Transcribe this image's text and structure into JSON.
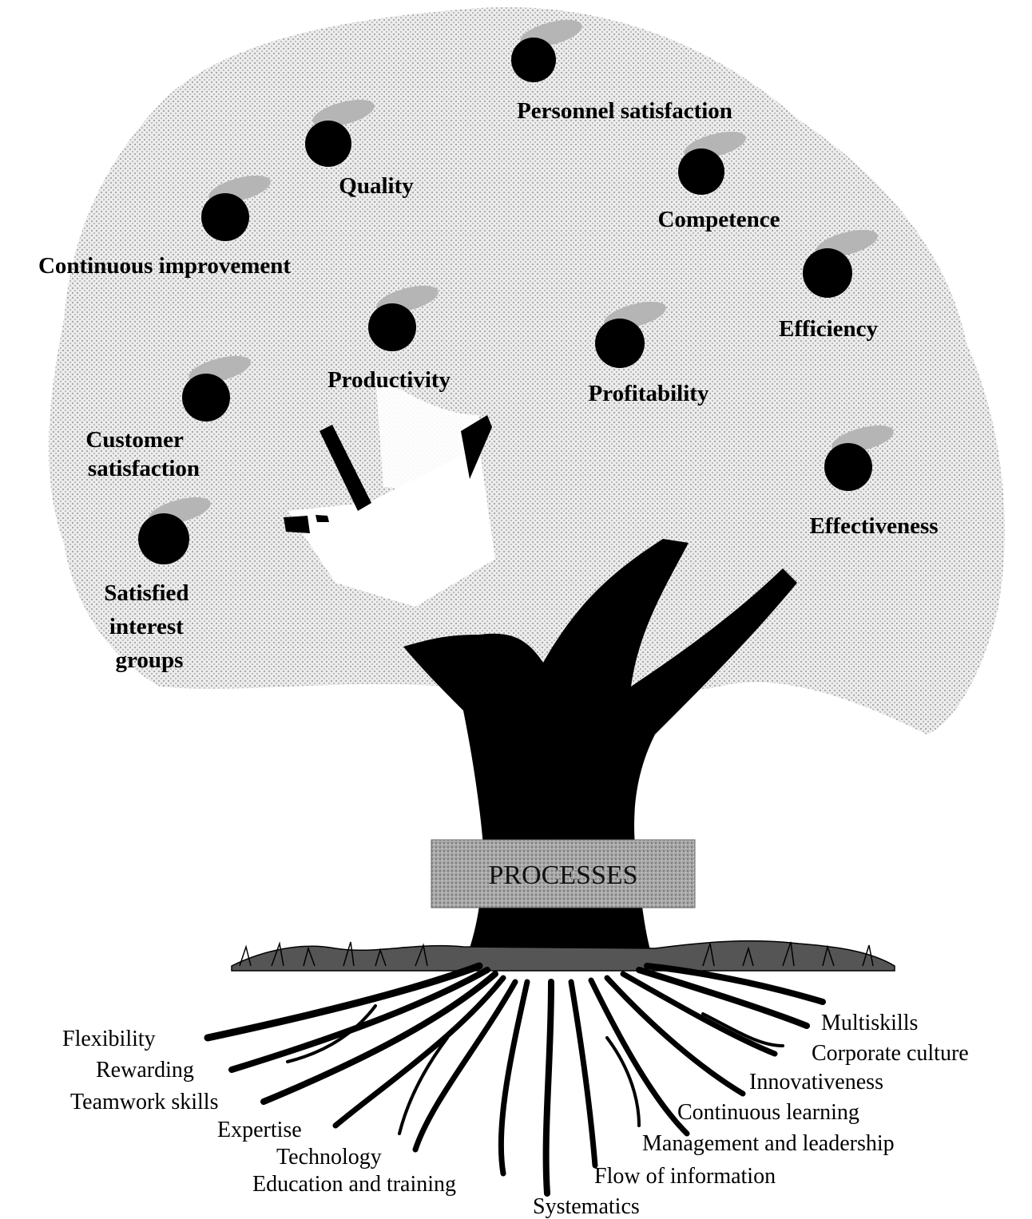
{
  "trunk_band": {
    "label": "PROCESSES"
  },
  "fruits": [
    {
      "id": "personnel-satisfaction",
      "lines": [
        "Personnel satisfaction"
      ]
    },
    {
      "id": "quality",
      "lines": [
        "Quality"
      ]
    },
    {
      "id": "competence",
      "lines": [
        "Competence"
      ]
    },
    {
      "id": "continuous-improvement",
      "lines": [
        "Continuous improvement"
      ]
    },
    {
      "id": "efficiency",
      "lines": [
        "Efficiency"
      ]
    },
    {
      "id": "productivity",
      "lines": [
        "Productivity"
      ]
    },
    {
      "id": "profitability",
      "lines": [
        "Profitability"
      ]
    },
    {
      "id": "customer-satisfaction",
      "lines": [
        "Customer",
        "satisfaction"
      ]
    },
    {
      "id": "effectiveness",
      "lines": [
        "Effectiveness"
      ]
    },
    {
      "id": "satisfied-interest-groups",
      "lines": [
        "Satisfied",
        "interest",
        "groups"
      ]
    }
  ],
  "roots": [
    {
      "id": "flexibility",
      "label": "Flexibility"
    },
    {
      "id": "rewarding",
      "label": "Rewarding"
    },
    {
      "id": "teamwork-skills",
      "label": "Teamwork skills"
    },
    {
      "id": "expertise",
      "label": "Expertise"
    },
    {
      "id": "technology",
      "label": "Technology"
    },
    {
      "id": "education-and-training",
      "label": "Education and training"
    },
    {
      "id": "systematics",
      "label": "Systematics"
    },
    {
      "id": "flow-of-information",
      "label": "Flow of information"
    },
    {
      "id": "management-and-leadership",
      "label": "Management and leadership"
    },
    {
      "id": "continuous-learning",
      "label": "Continuous learning"
    },
    {
      "id": "innovativeness",
      "label": "Innovativeness"
    },
    {
      "id": "corporate-culture",
      "label": "Corporate culture"
    },
    {
      "id": "multiskills",
      "label": "Multiskills"
    }
  ],
  "colors": {
    "ink": "#000000",
    "canopy": "#d3d3d3",
    "band": "#9a9a9a",
    "leaf": "#b5b5b5"
  }
}
